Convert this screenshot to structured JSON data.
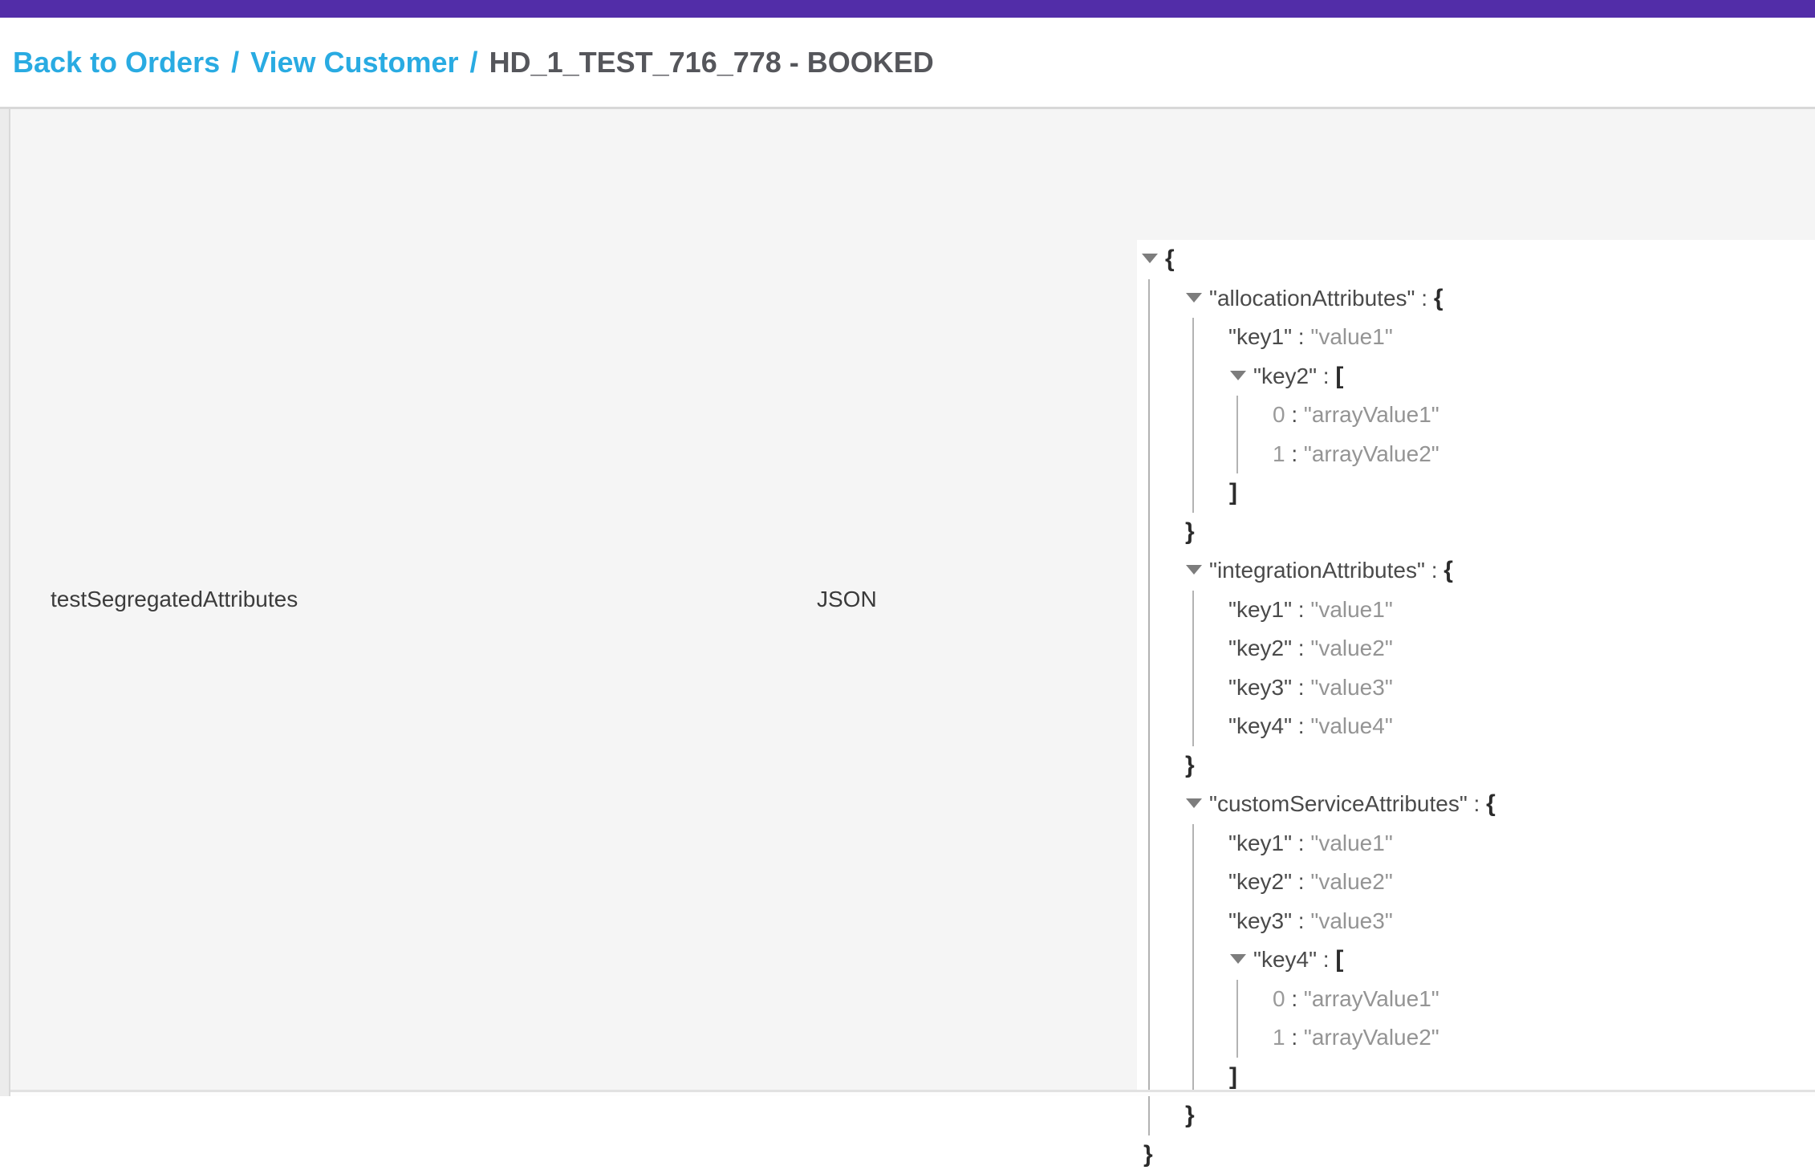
{
  "breadcrumb": {
    "separator": "/",
    "items": [
      {
        "label": "Back to Orders",
        "type": "link"
      },
      {
        "label": "View Customer",
        "type": "link"
      },
      {
        "label": "HD_1_TEST_716_778 - BOOKED",
        "type": "current"
      }
    ]
  },
  "attribute_row": {
    "name": "testSegregatedAttributes",
    "type": "JSON"
  },
  "json_tree": {
    "type": "object",
    "children": [
      {
        "key": "allocationAttributes",
        "type": "object",
        "children": [
          {
            "key": "key1",
            "type": "string",
            "value": "value1"
          },
          {
            "key": "key2",
            "type": "array",
            "children": [
              {
                "type": "string",
                "value": "arrayValue1"
              },
              {
                "type": "string",
                "value": "arrayValue2"
              }
            ]
          }
        ]
      },
      {
        "key": "integrationAttributes",
        "type": "object",
        "children": [
          {
            "key": "key1",
            "type": "string",
            "value": "value1"
          },
          {
            "key": "key2",
            "type": "string",
            "value": "value2"
          },
          {
            "key": "key3",
            "type": "string",
            "value": "value3"
          },
          {
            "key": "key4",
            "type": "string",
            "value": "value4"
          }
        ]
      },
      {
        "key": "customServiceAttributes",
        "type": "object",
        "children": [
          {
            "key": "key1",
            "type": "string",
            "value": "value1"
          },
          {
            "key": "key2",
            "type": "string",
            "value": "value2"
          },
          {
            "key": "key3",
            "type": "string",
            "value": "value3"
          },
          {
            "key": "key4",
            "type": "array",
            "children": [
              {
                "type": "string",
                "value": "arrayValue1"
              },
              {
                "type": "string",
                "value": "arrayValue2"
              }
            ]
          }
        ]
      }
    ]
  },
  "colors": {
    "top_bar_purple": "#522DA8",
    "link_blue": "#29ABE2",
    "current_crumb_gray": "#55565B",
    "content_background": "#F5F5F5",
    "json_key": "#4A4A4A",
    "json_value": "#949494",
    "json_brace": "#2B2B2B"
  }
}
